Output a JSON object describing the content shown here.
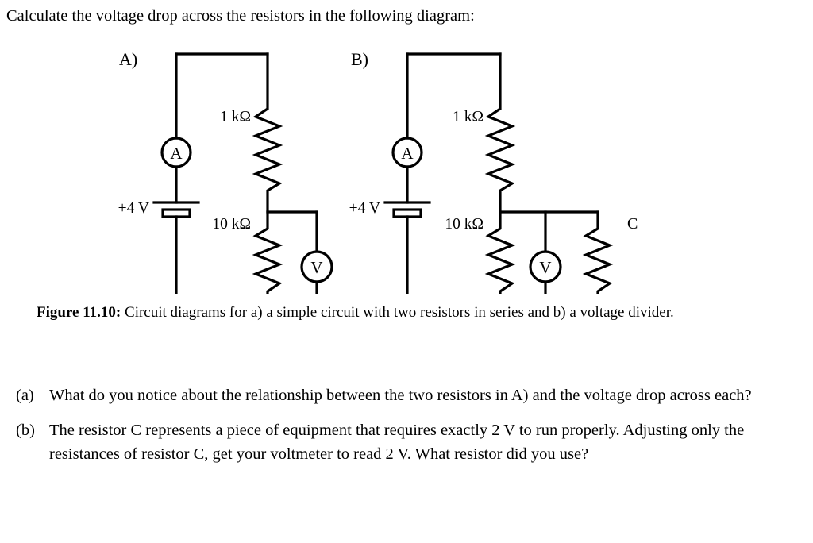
{
  "prompt": "Calculate the voltage drop across the resistors in the following diagram:",
  "figure": {
    "panel_a": {
      "label": "A)",
      "source_label": "+4 V",
      "ammeter_label": "A",
      "voltmeter_label": "V",
      "resistor_top_label": "1  kΩ",
      "resistor_bottom_label": "10  kΩ"
    },
    "panel_b": {
      "label": "B)",
      "source_label": "+4 V",
      "ammeter_label": "A",
      "voltmeter_label": "V",
      "resistor_top_label": "1  kΩ",
      "resistor_bottom_label": "10  kΩ",
      "resistor_c_label": "C"
    },
    "stroke_color": "#000000"
  },
  "caption": {
    "figure_label": "Figure 11.10:",
    "text": " Circuit diagrams for a) a simple circuit with two resistors in series and b) a voltage divider."
  },
  "questions": [
    {
      "marker": "(a)",
      "text": "What do you notice about the relationship between the two resistors in A) and the voltage drop across each?"
    },
    {
      "marker": "(b)",
      "text": "The resistor C represents a piece of equipment that requires exactly 2 V to run properly. Adjusting only the resistances of resistor C, get your voltmeter to read 2 V. What resistor did you use?"
    }
  ]
}
